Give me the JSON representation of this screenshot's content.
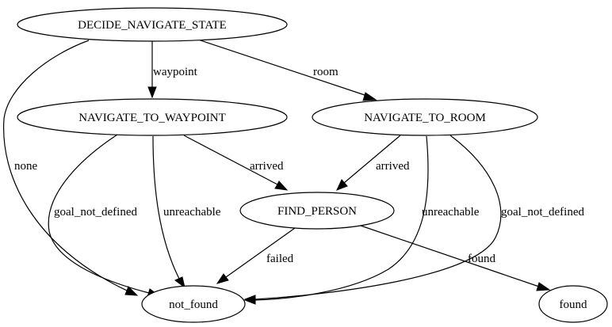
{
  "diagram": {
    "nodes": [
      {
        "id": "decide",
        "label": "DECIDE_NAVIGATE_STATE"
      },
      {
        "id": "waypoint",
        "label": "NAVIGATE_TO_WAYPOINT"
      },
      {
        "id": "room",
        "label": "NAVIGATE_TO_ROOM"
      },
      {
        "id": "find",
        "label": "FIND_PERSON"
      },
      {
        "id": "notfound",
        "label": "not_found"
      },
      {
        "id": "found",
        "label": "found"
      }
    ],
    "edges": [
      {
        "id": "decide-waypoint",
        "from": "decide",
        "to": "waypoint",
        "label": "waypoint"
      },
      {
        "id": "decide-room",
        "from": "decide",
        "to": "room",
        "label": "room"
      },
      {
        "id": "decide-notfound",
        "from": "decide",
        "to": "notfound",
        "label": "none"
      },
      {
        "id": "waypoint-find",
        "from": "waypoint",
        "to": "find",
        "label": "arrived"
      },
      {
        "id": "waypoint-notfound-goal",
        "from": "waypoint",
        "to": "notfound",
        "label": "goal_not_defined"
      },
      {
        "id": "waypoint-notfound-unreach",
        "from": "waypoint",
        "to": "notfound",
        "label": "unreachable"
      },
      {
        "id": "room-find",
        "from": "room",
        "to": "find",
        "label": "arrived"
      },
      {
        "id": "room-notfound-unreach",
        "from": "room",
        "to": "notfound",
        "label": "unreachable"
      },
      {
        "id": "room-notfound-goal",
        "from": "room",
        "to": "notfound",
        "label": "goal_not_defined"
      },
      {
        "id": "find-notfound",
        "from": "find",
        "to": "notfound",
        "label": "failed"
      },
      {
        "id": "find-found",
        "from": "find",
        "to": "found",
        "label": "found"
      }
    ]
  }
}
